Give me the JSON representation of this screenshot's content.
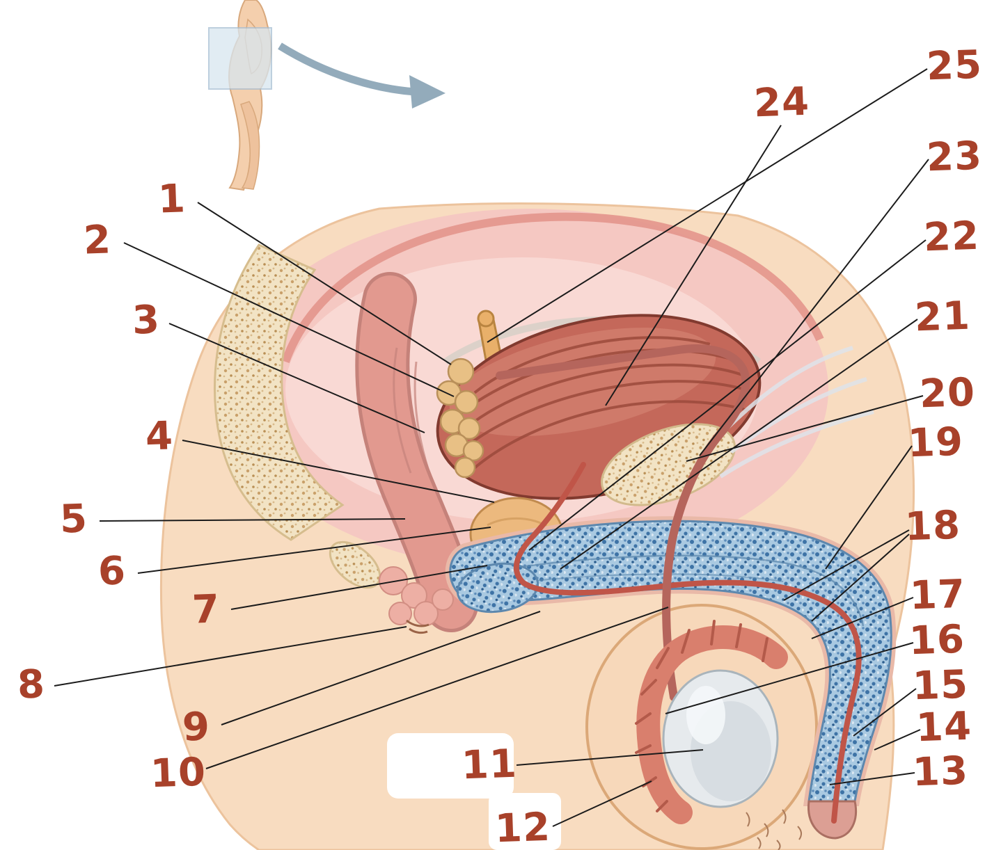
{
  "labels": [
    "1",
    "2",
    "3",
    "4",
    "5",
    "6",
    "7",
    "8",
    "9",
    "10",
    "11",
    "12",
    "13",
    "14",
    "15",
    "16",
    "17",
    "18",
    "19",
    "20",
    "21",
    "22",
    "23",
    "24",
    "25"
  ],
  "colors": {
    "label_text": "#a8412a",
    "leader_line": "#1b1b1b",
    "bladder": "#c4685a",
    "prostate": "#ecb97e",
    "corpus_blue": "#a9c9e1",
    "skin": "#f8dcc0",
    "epididymis": "#d97f6d"
  },
  "icons": {
    "orientation_arrow": "curved-arrow-right-down",
    "section_plane": "highlight-square"
  }
}
